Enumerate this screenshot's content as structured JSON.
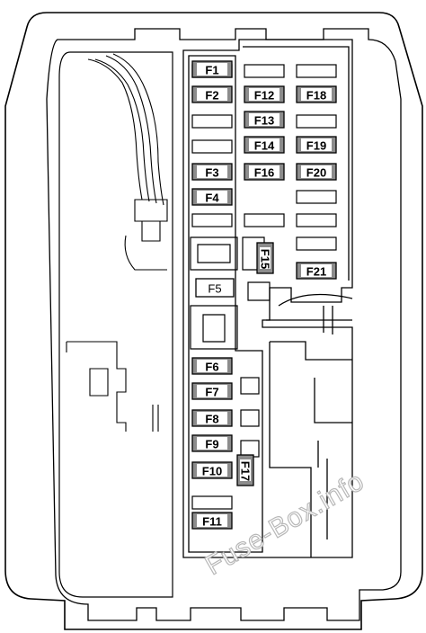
{
  "diagram": {
    "type": "fuse-box-diagram",
    "fuses": {
      "f1": "F1",
      "f2": "F2",
      "f3": "F3",
      "f4": "F4",
      "f5": "F5",
      "f6": "F6",
      "f7": "F7",
      "f8": "F8",
      "f9": "F9",
      "f10": "F10",
      "f11": "F11",
      "f12": "F12",
      "f13": "F13",
      "f14": "F14",
      "f15": "F15",
      "f16": "F16",
      "f17": "F17",
      "f18": "F18",
      "f19": "F19",
      "f20": "F20",
      "f21": "F21"
    },
    "highlighted_fuses": [
      "F1",
      "F2",
      "F3",
      "F4",
      "F6",
      "F7",
      "F8",
      "F9",
      "F10",
      "F11",
      "F12",
      "F13",
      "F14",
      "F15",
      "F16",
      "F17",
      "F18",
      "F19",
      "F20",
      "F21"
    ],
    "watermark": "Fuse-Box.info"
  }
}
